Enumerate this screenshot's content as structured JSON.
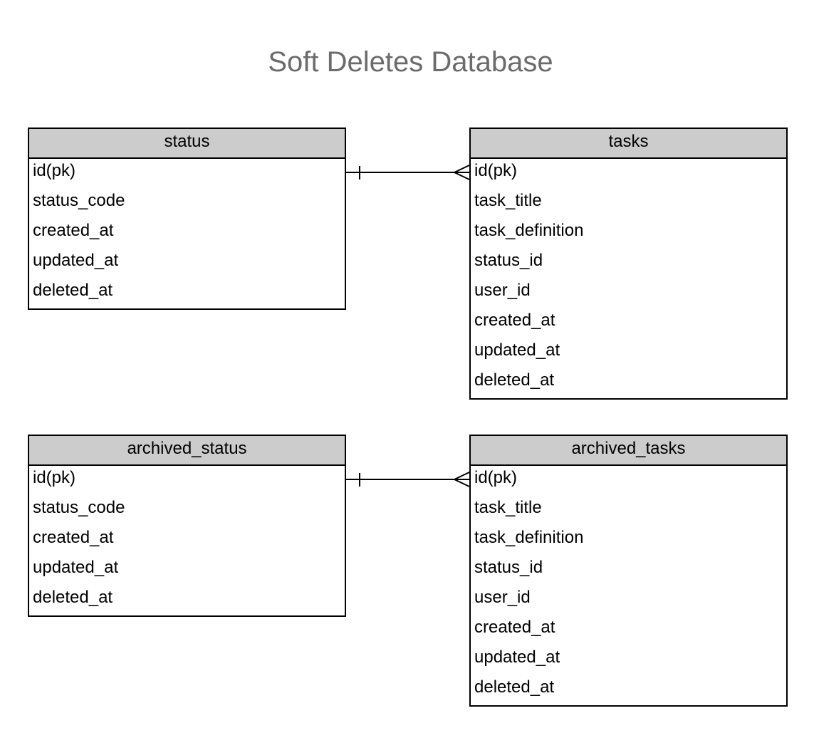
{
  "diagram": {
    "title": "Soft Deletes Database",
    "entities": [
      {
        "name": "status",
        "attributes": [
          "id(pk)",
          "status_code",
          "created_at",
          "updated_at",
          "deleted_at"
        ]
      },
      {
        "name": "tasks",
        "attributes": [
          "id(pk)",
          "task_title",
          "task_definition",
          "status_id",
          "user_id",
          "created_at",
          "updated_at",
          "deleted_at"
        ]
      },
      {
        "name": "archived_status",
        "attributes": [
          "id(pk)",
          "status_code",
          "created_at",
          "updated_at",
          "deleted_at"
        ]
      },
      {
        "name": "archived_tasks",
        "attributes": [
          "id(pk)",
          "task_title",
          "task_definition",
          "status_id",
          "user_id",
          "created_at",
          "updated_at",
          "deleted_at"
        ]
      }
    ],
    "relationships": [
      {
        "from": "status",
        "to": "tasks",
        "from_cardinality": "one",
        "to_cardinality": "many"
      },
      {
        "from": "archived_status",
        "to": "archived_tasks",
        "from_cardinality": "one",
        "to_cardinality": "many"
      }
    ],
    "colors": {
      "header_fill": "#cccccc",
      "border": "#000000",
      "title_text": "#6b6b6b"
    }
  }
}
